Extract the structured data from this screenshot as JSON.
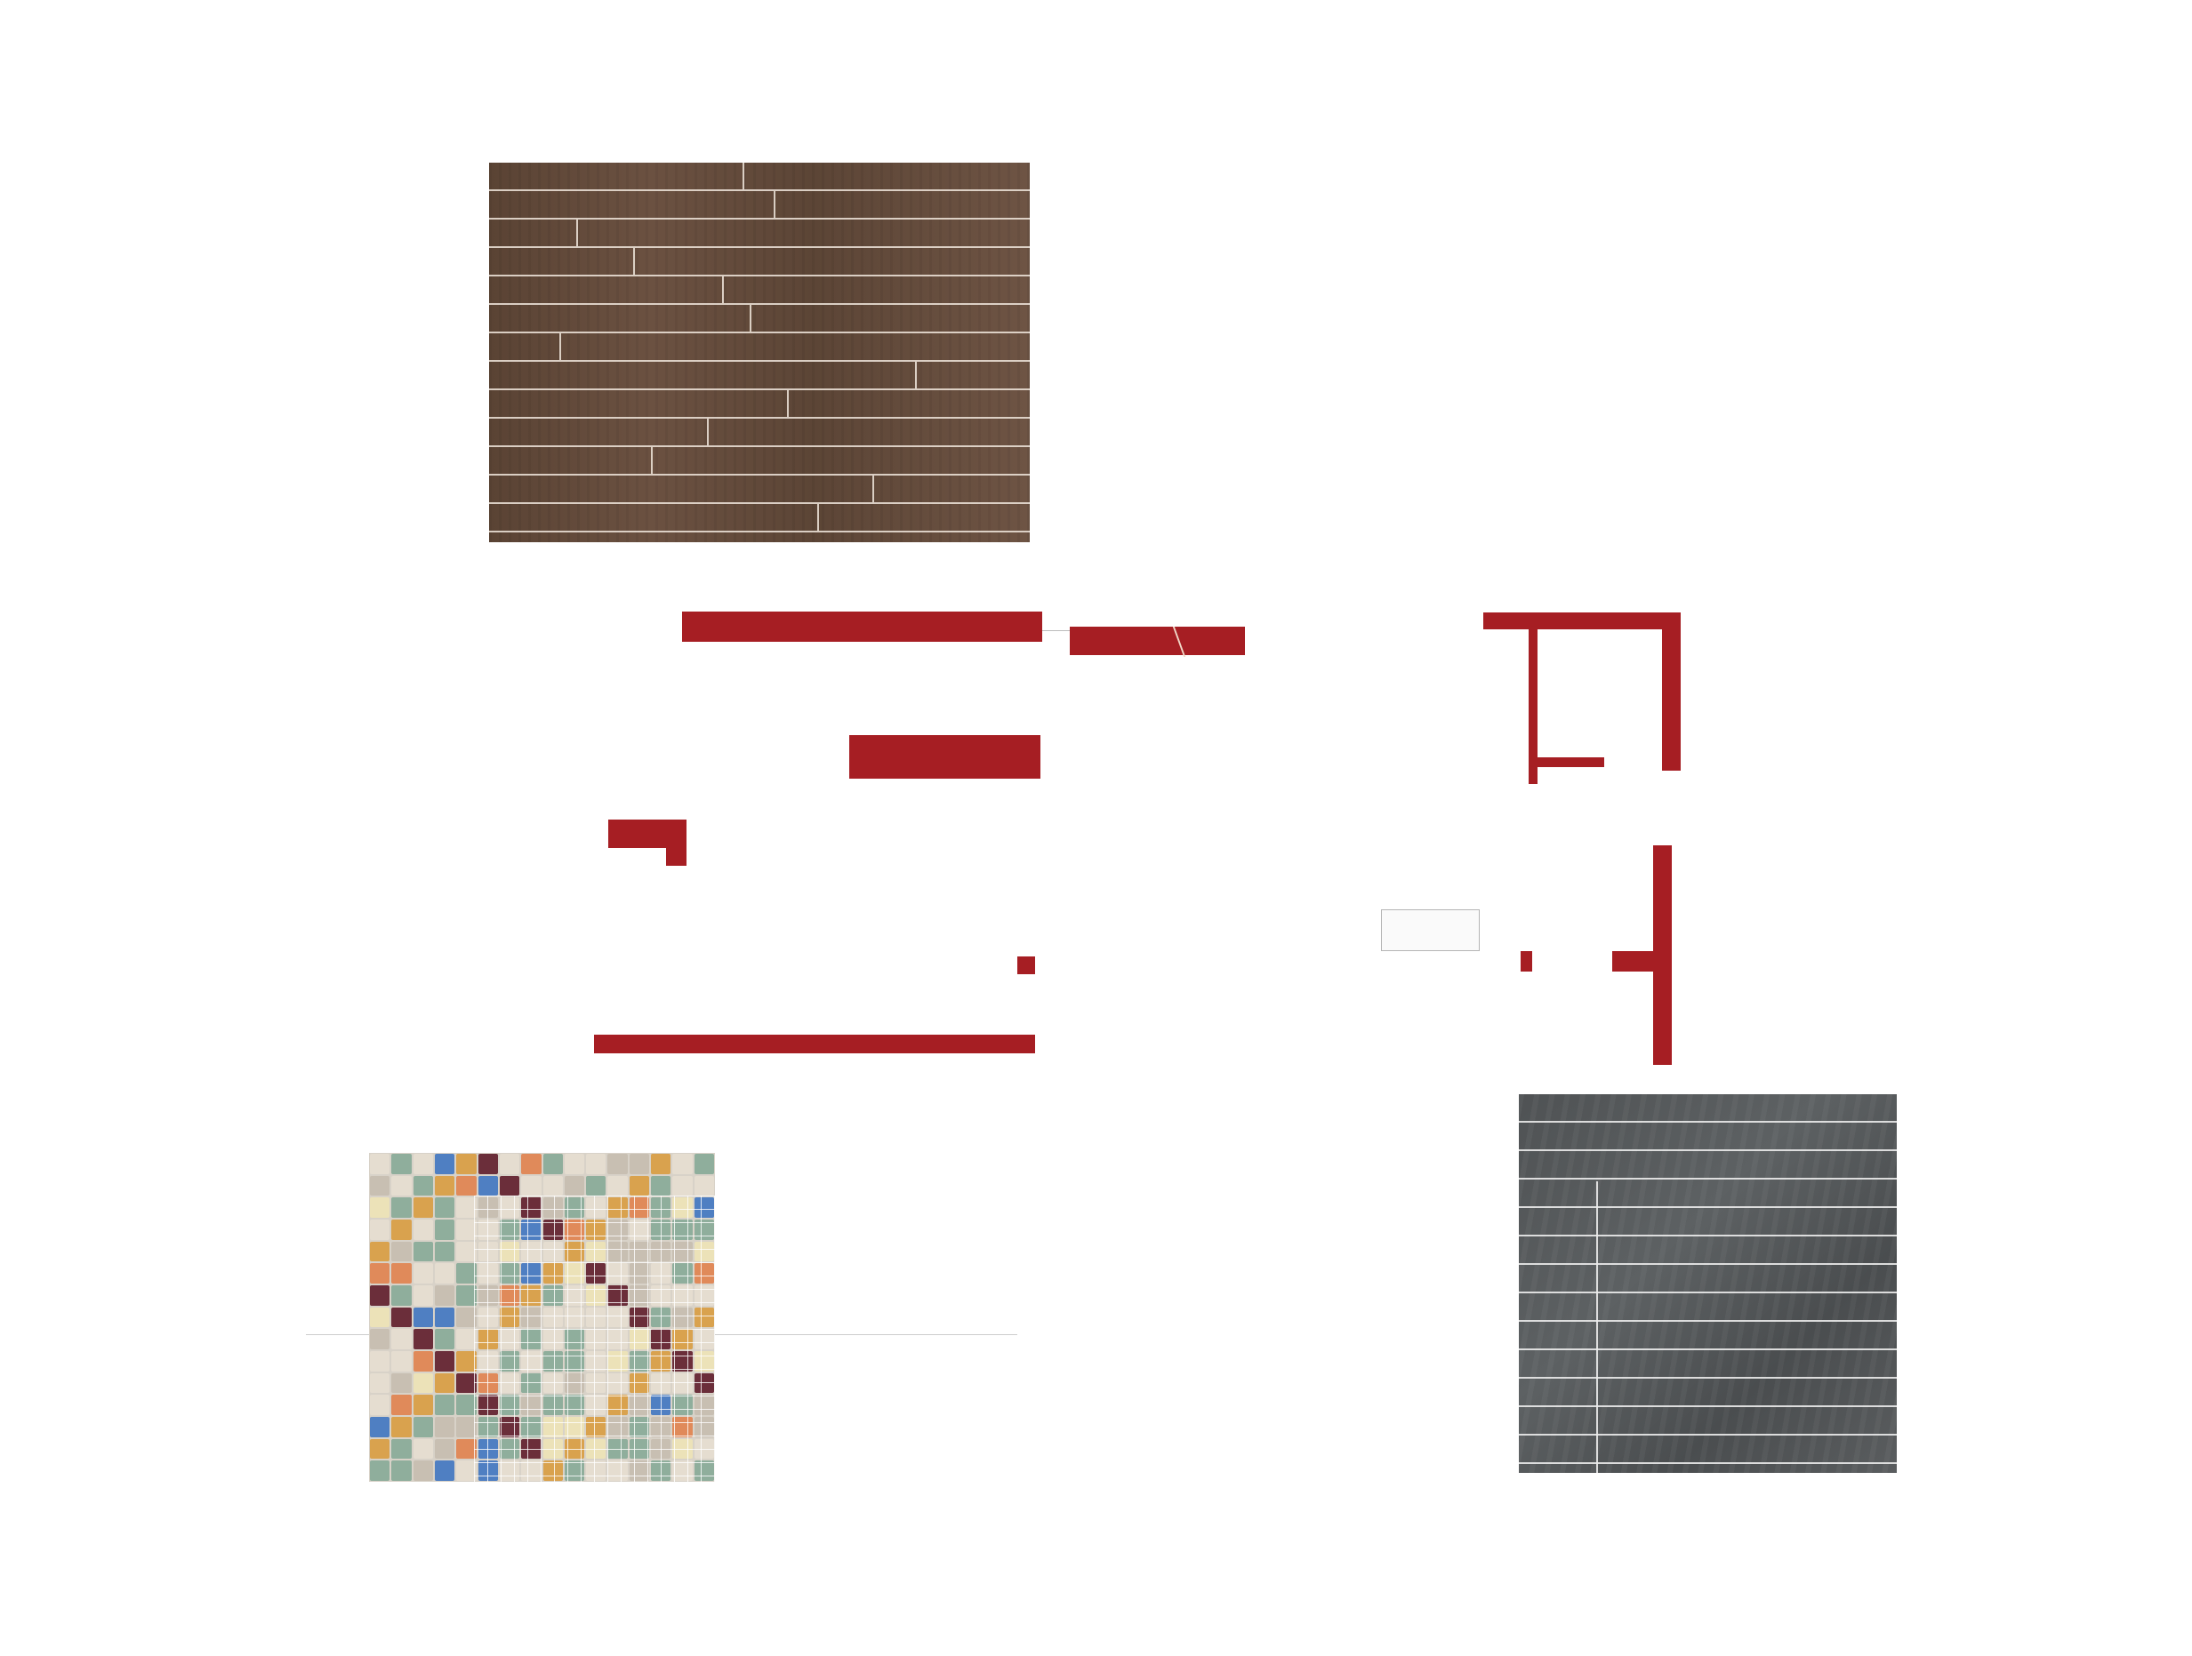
{
  "colors": {
    "wall": "#a61e23",
    "background": "#ffffff",
    "tile_palette": [
      "#e5ddd0",
      "#d9a24e",
      "#8fae9c",
      "#6b2e3a",
      "#e08a5a",
      "#4f7fc2",
      "#ece2b8",
      "#c8bfb2"
    ]
  },
  "materials": [
    "wood-plank-brown",
    "ceramic-mosaic-tile",
    "wood-plank-gray"
  ]
}
